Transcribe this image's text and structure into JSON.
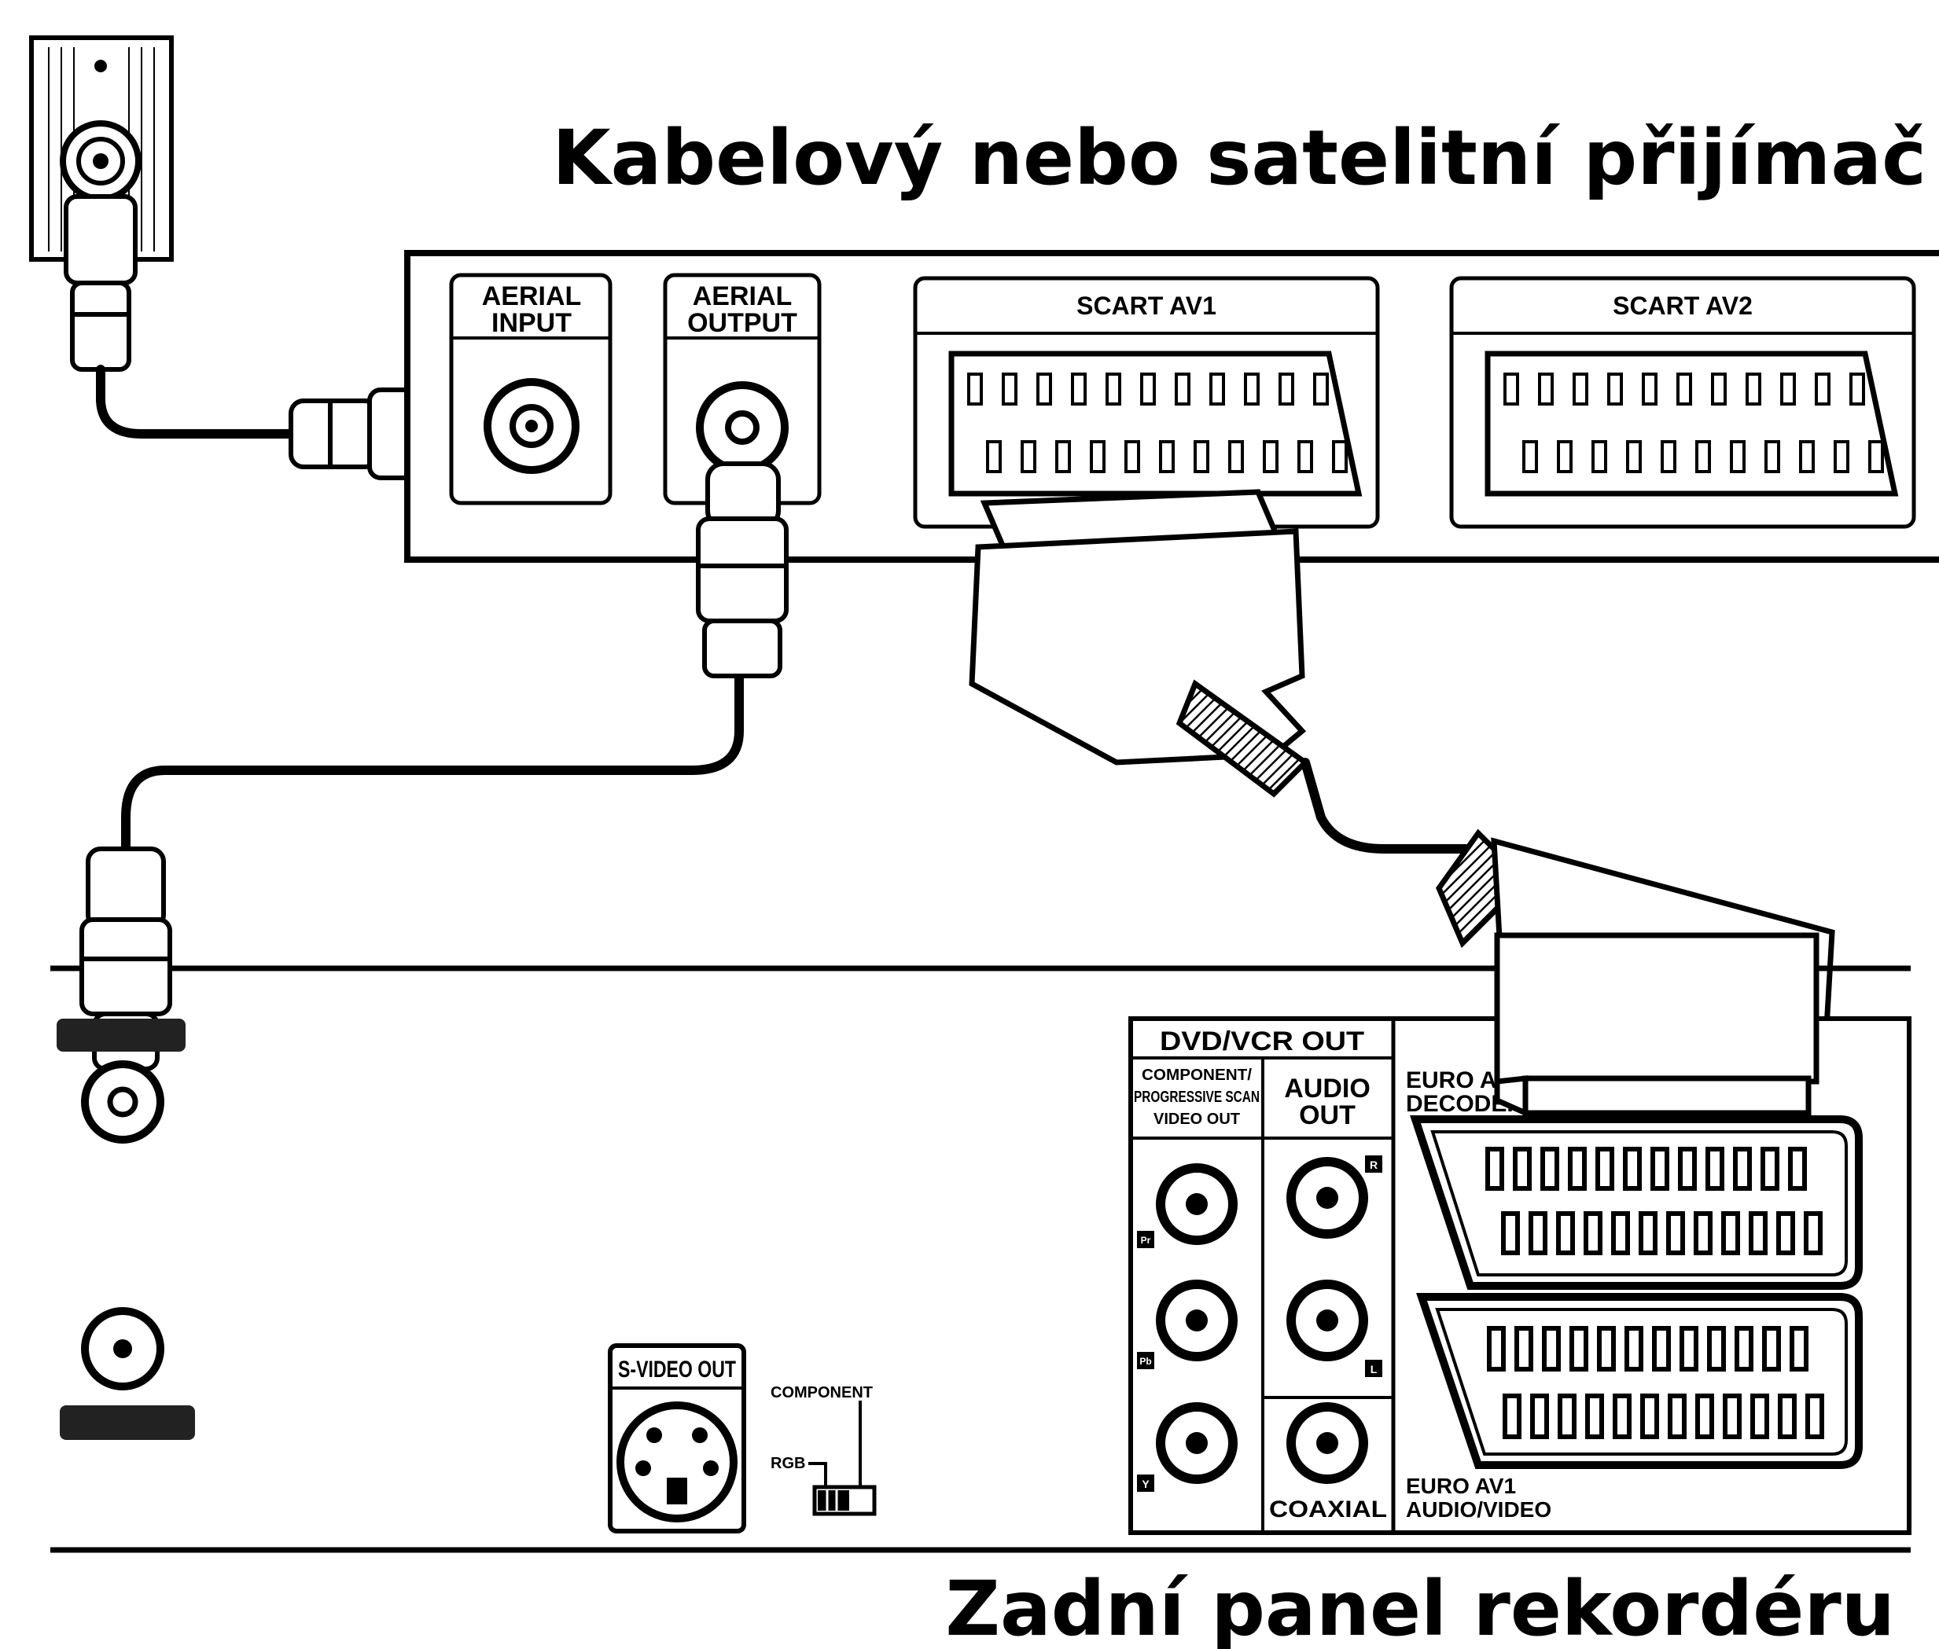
{
  "receiver": {
    "title": "Kabelový nebo satelitní přijímač",
    "aerial_input": [
      "AERIAL",
      "INPUT"
    ],
    "aerial_output": [
      "AERIAL",
      "OUTPUT"
    ],
    "scart_av1": "SCART AV1",
    "scart_av2": "SCART AV2"
  },
  "recorder": {
    "title": "Zadní panel rekordéru",
    "dvd_vcr_out": "DVD/VCR OUT",
    "component": [
      "COMPONENT/",
      "PROGRESSIVE SCAN",
      "VIDEO OUT"
    ],
    "audio_out": [
      "AUDIO",
      "OUT"
    ],
    "euro_av2": [
      "EURO A",
      "DECODER"
    ],
    "euro_av1": [
      "EURO AV1",
      "AUDIO/VIDEO"
    ],
    "coaxial": "COAXIAL",
    "s_video_out": "S-VIDEO OUT",
    "switch_component": "COMPONENT",
    "switch_rgb": "RGB",
    "jack_pr": "Pr",
    "jack_pb": "Pb",
    "jack_y": "Y",
    "jack_r": "R",
    "jack_l": "L"
  },
  "colors": {
    "ink": "#000000",
    "paper": "#ffffff",
    "label_bg": "#222222"
  }
}
